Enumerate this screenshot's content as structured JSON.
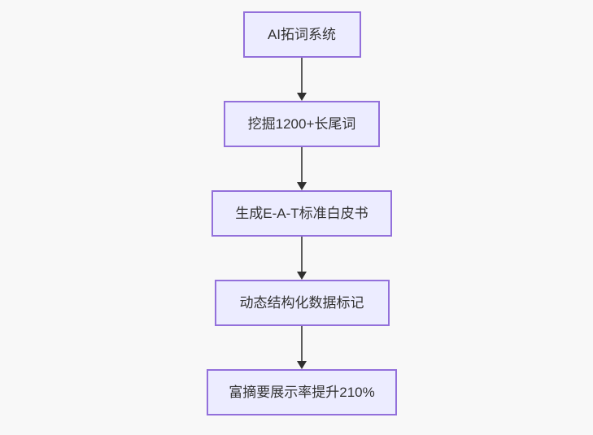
{
  "diagram": {
    "type": "flowchart",
    "direction": "top-down",
    "nodes": [
      {
        "id": "n1",
        "label": "AI拓词系统"
      },
      {
        "id": "n2",
        "label": "挖掘1200+长尾词"
      },
      {
        "id": "n3",
        "label": "生成E-A-T标准白皮书"
      },
      {
        "id": "n4",
        "label": "动态结构化数据标记"
      },
      {
        "id": "n5",
        "label": "富摘要展示率提升210%"
      }
    ],
    "edges": [
      {
        "from": "n1",
        "to": "n2",
        "style": "arrow-down"
      },
      {
        "from": "n2",
        "to": "n3",
        "style": "arrow-down"
      },
      {
        "from": "n3",
        "to": "n4",
        "style": "arrow-down"
      },
      {
        "from": "n4",
        "to": "n5",
        "style": "arrow-down"
      }
    ],
    "colors": {
      "background": "#F8F8F8",
      "node_fill": "#ECECFF",
      "node_border": "#9370DB",
      "edge_line": "#5C5C5C",
      "edge_head": "#2F2F2F",
      "text": "#333333"
    }
  }
}
